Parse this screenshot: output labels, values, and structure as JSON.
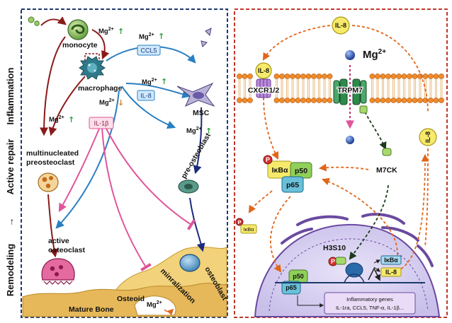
{
  "stages": {
    "inflammation": "Inflammation",
    "active_repair": "Active repair",
    "remodeling": "Remodeling"
  },
  "left": {
    "monocyte": "monocyte",
    "macrophage": "macrophage",
    "msc": "MSC",
    "multinucleated": "multinucleated",
    "preosteoclast": "preosteoclast",
    "pre_osteoblast": "pre-osteoblast",
    "active": "active",
    "osteoclast": "osteoclast",
    "osteoblast": "osteoblast",
    "osteoid": "Osteoid",
    "mature_bone": "Mature Bone",
    "mineralization": "minralization",
    "ccl5": "CCL5",
    "il8": "IL-8",
    "il1b": "IL-1β",
    "mg": "Mg",
    "mg_sup": "2+",
    "up_arrow": "↑",
    "down_arrow": "↓"
  },
  "right": {
    "il8": "IL-8",
    "mg": "Mg",
    "mg_sup": "2+",
    "cxcr": "CXCR1/2",
    "trpm7": "TRPM7",
    "m7ck": "M7CK",
    "p": "P",
    "ikba": "IκBα",
    "p50": "p50",
    "p65": "p65",
    "h3s10": "H3S10",
    "inflam_title": "Inflammatory genes",
    "inflam_genes": "IL-1ra, CCL5, TNF-α, IL-1β..."
  },
  "colors": {
    "left_border": "#1f3a6e",
    "right_border": "#c0392b",
    "up_green": "#2e9e3a",
    "down_orange": "#e07b1a",
    "dark_red_arrow": "#8b1a1a",
    "blue_arrow": "#2a7fc1",
    "navy_arrow": "#1c2a7a",
    "pink_arrow": "#e0559a",
    "orange_dash": "#e0661a"
  }
}
